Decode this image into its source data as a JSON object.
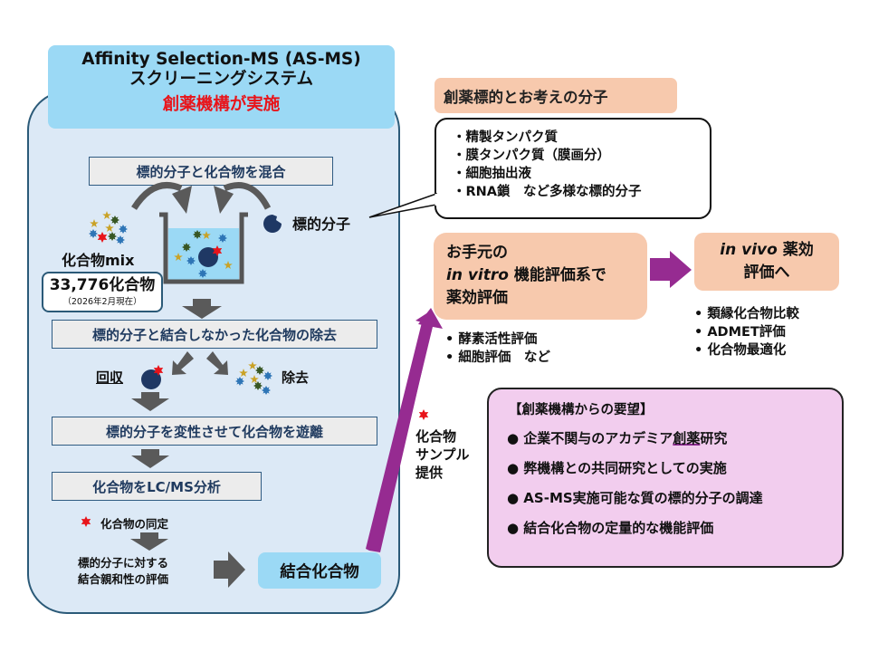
{
  "title": {
    "line1": "Affinity Selection-MS (AS-MS)",
    "line2": "スクリーニングシステム",
    "line3": "創薬機構が実施"
  },
  "workflow": {
    "step1": "標的分子と化合物を混合",
    "step2": "標的分子と結合しなかった化合物の除去",
    "step3": "標的分子を変性させて化合物を遊離",
    "step4": "化合物をLC/MS分析",
    "target_label": "標的分子",
    "mix_label": "化合物mix",
    "compound_count": "33,776化合物",
    "count_note": "（2026年2月現在）",
    "collect_label": "回収",
    "remove_label": "除去",
    "identify_label": "化合物の同定",
    "affinity_line1": "標的分子に対する",
    "affinity_line2": "結合親和性の評価",
    "binding_compound": "結合化合物"
  },
  "targets": {
    "header": "創薬標的とお考えの分子",
    "items": [
      "・精製タンパク質",
      "・膜タンパク質（膜画分）",
      "・細胞抽出液",
      "・RNA鎖　など多様な標的分子"
    ]
  },
  "invitro": {
    "line1": "お手元の",
    "line2_italic": "in vitro",
    "line2_rest": " 機能評価系で",
    "line3": "薬効評価",
    "items": [
      "•  酵素活性評価",
      "•  細胞評価　など"
    ]
  },
  "invivo": {
    "line1_italic": "in vivo",
    "line1_rest": " 薬効",
    "line2": "評価へ",
    "items": [
      "•  類縁化合物比較",
      "•  ADMET評価",
      "•  化合物最適化"
    ]
  },
  "sample": {
    "line1": "化合物",
    "line2": "サンプル",
    "line3": "提供"
  },
  "requests": {
    "header": "【創薬機構からの要望】",
    "item1_pre": "● 企業不関与のアカデミア",
    "item1_ul": "創薬",
    "item1_post": "研究",
    "item2": "● 弊機構との共同研究としての実施",
    "item3": "● AS-MS実施可能な質の標的分子の調達",
    "item4": "● 結合化合物の定量的な機能評価"
  },
  "colors": {
    "panel_bg": "#dce9f6",
    "panel_border": "#2b5a78",
    "title_bg": "#9bd9f5",
    "accent_red": "#e8141a",
    "peach": "#f7c9ad",
    "pink": "#f2cdee",
    "purple_arrow": "#962b91",
    "gray_arrow": "#5a5a5a",
    "navy_molecule": "#1f3864"
  }
}
